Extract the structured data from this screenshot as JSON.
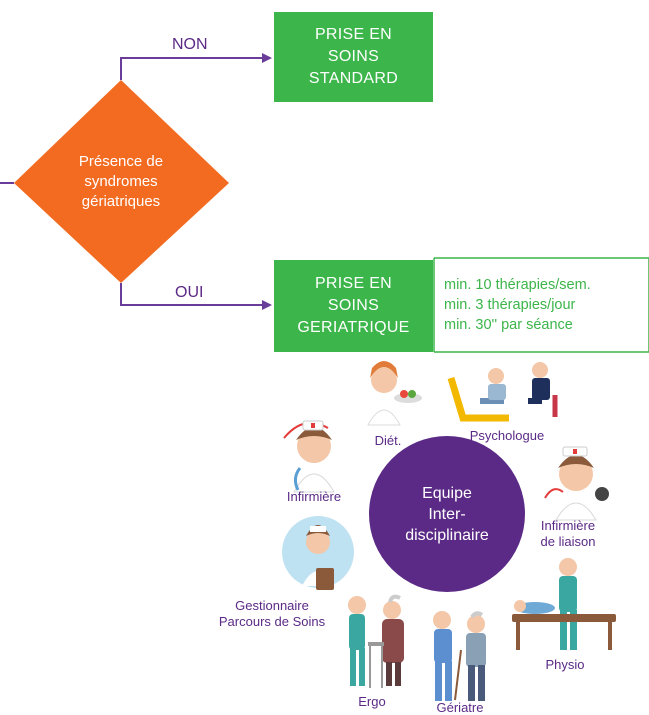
{
  "decision": {
    "label_lines": [
      "Présence de",
      "syndromes",
      "gériatriques"
    ],
    "color": "#f26b21"
  },
  "branches": {
    "no_label": "NON",
    "yes_label": "OUI"
  },
  "standard_box": {
    "lines": [
      "PRISE EN",
      "SOINS",
      "STANDARD"
    ]
  },
  "geriatric_box": {
    "lines": [
      "PRISE EN",
      "SOINS",
      "GERIATRIQUE"
    ]
  },
  "requirements": [
    "min. 10 thérapies/sem.",
    "min. 3 thérapies/jour",
    "min. 30'' par séance"
  ],
  "team": {
    "center_lines": [
      "Equipe",
      "Inter-",
      "disciplinaire"
    ],
    "members": {
      "diet": "Diét.",
      "psychologue": "Psychologue",
      "infirmiere": "Infirmière",
      "infirmiere_liaison_1": "Infirmière",
      "infirmiere_liaison_2": "de liaison",
      "gestionnaire_1": "Gestionnaire",
      "gestionnaire_2": "Parcours de Soins",
      "physio": "Physio",
      "ergo": "Ergo",
      "geriatre": "Gériatre"
    }
  },
  "colors": {
    "green": "#3cb54a",
    "orange": "#f26b21",
    "purple": "#5b2a86",
    "line": "#6a3d9a"
  },
  "icons": [
    "dietitian-icon",
    "psychologist-icon",
    "nurse-icon",
    "liaison-nurse-icon",
    "care-manager-icon",
    "physiotherapist-icon",
    "occupational-therapist-icon",
    "geriatrician-icon"
  ]
}
